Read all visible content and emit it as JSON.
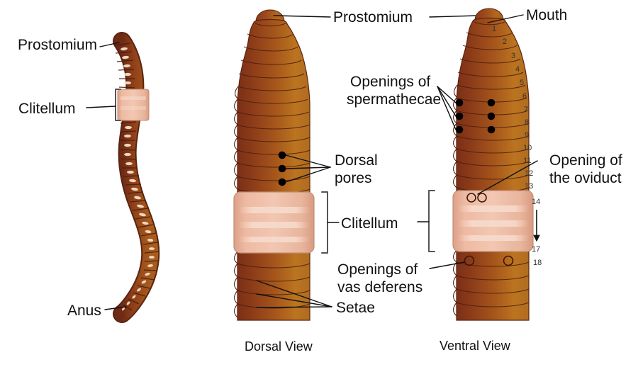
{
  "figure": {
    "title": "Earthworm external anatomy",
    "background_color": "#ffffff",
    "colors": {
      "body_dark": "#7b2e16",
      "body_mid": "#9c4a1c",
      "body_light": "#c07a22",
      "body_outline": "#5a2410",
      "clitellum_light": "#f0c3ad",
      "clitellum_mid": "#dda188",
      "clitellum_outline": "#c08e76",
      "label_text": "#111111",
      "leader_line": "#111111",
      "bracket": "#555555",
      "pore_dot": "#000000"
    }
  },
  "panels": {
    "whole_worm": {
      "name": "whole-worm-lateral",
      "labels": {
        "prostomium": "Prostomium",
        "clitellum": "Clitellum",
        "anus": "Anus"
      }
    },
    "dorsal": {
      "name": "dorsal-view",
      "caption": "Dorsal View",
      "labels": {
        "prostomium": "Prostomium",
        "dorsal_pores": "Dorsal\npores",
        "dorsal_pores_line1": "Dorsal",
        "dorsal_pores_line2": "pores",
        "clitellum": "Clitellum",
        "setae": "Setae"
      },
      "dorsal_pore_count": 3
    },
    "ventral": {
      "name": "ventral-view",
      "caption": "Ventral View",
      "labels": {
        "mouth": "Mouth",
        "spermathecae_line1": "Openings of",
        "spermathecae_line2": "spermathecae",
        "oviduct_line1": "Opening of",
        "oviduct_line2": "the oviduct",
        "vas_deferens_line1": "Openings of",
        "vas_deferens_line2": "vas deferens",
        "clitellum": "Clitellum"
      },
      "spermathecal_pore_rows": 3,
      "spermathecal_pores_per_row": 2,
      "oviduct_opening_count": 2,
      "vas_deferens_opening_count": 2,
      "segment_numbers": [
        "1",
        "2",
        "3",
        "4",
        "5",
        "6",
        "7",
        "8",
        "9",
        "10",
        "11",
        "12",
        "13",
        "14",
        "17",
        "18"
      ],
      "clitellum_segment_range": {
        "start": "14",
        "end": "17"
      }
    }
  }
}
